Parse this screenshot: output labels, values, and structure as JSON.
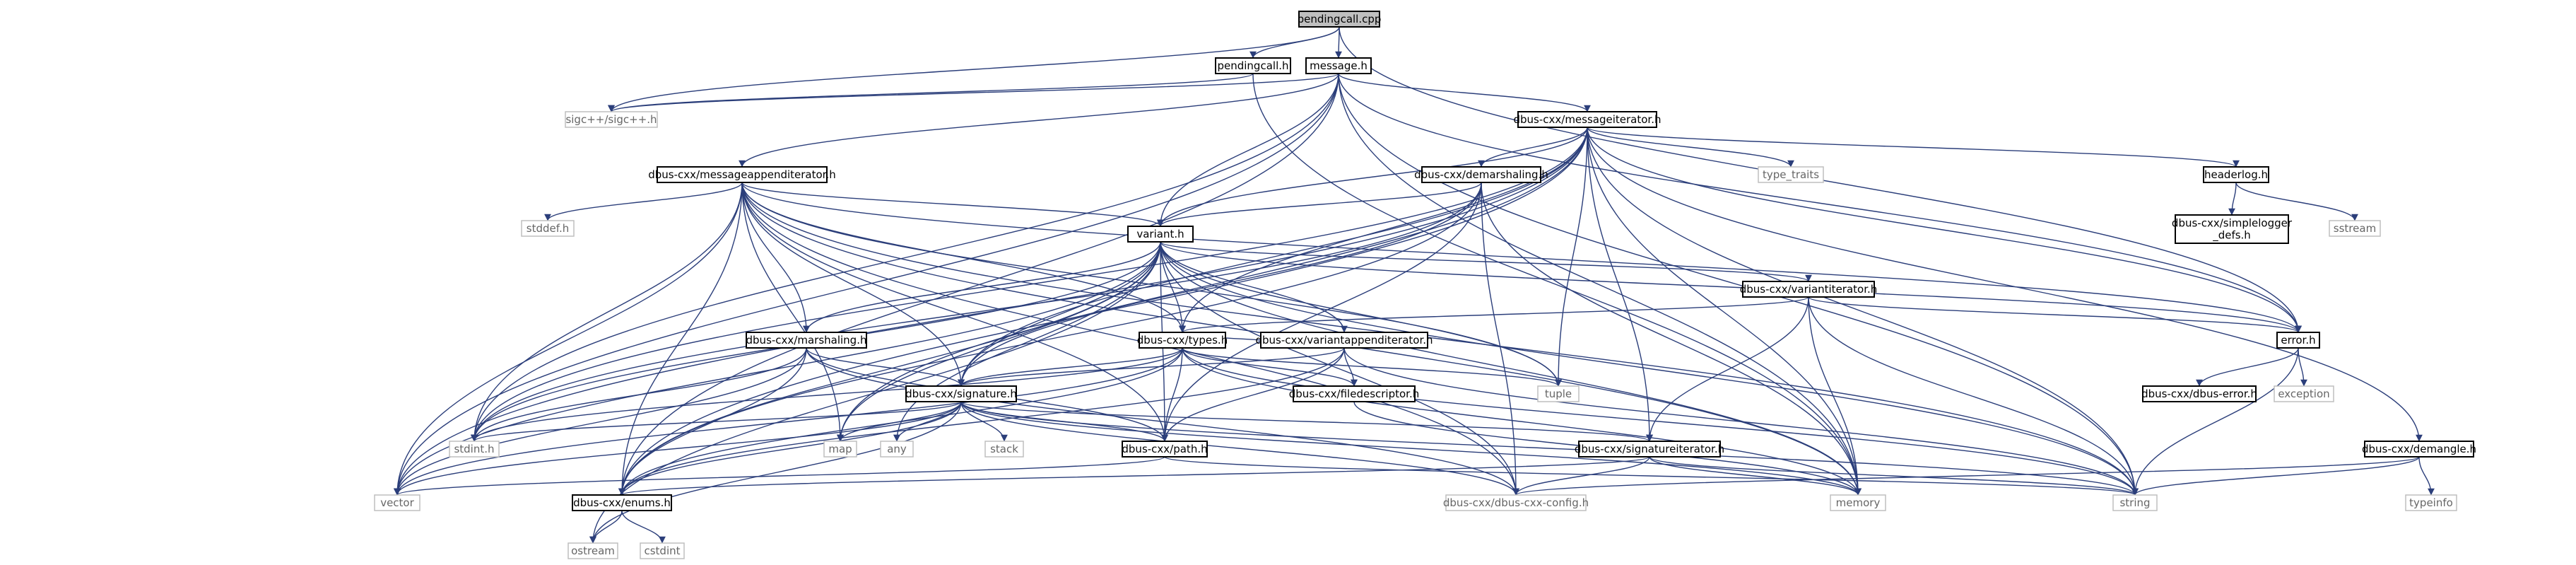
{
  "graph": {
    "nodes": [
      {
        "id": "root",
        "lines": [
          "pendingcall.cpp"
        ],
        "kind": "root"
      },
      {
        "id": "pendingcall_h",
        "lines": [
          "pendingcall.h"
        ],
        "kind": "normal"
      },
      {
        "id": "message_h",
        "lines": [
          "message.h"
        ],
        "kind": "normal"
      },
      {
        "id": "sigcpp",
        "lines": [
          "sigc++/sigc++.h"
        ],
        "kind": "external"
      },
      {
        "id": "messageiterator",
        "lines": [
          "dbus-cxx/messageiterator.h"
        ],
        "kind": "normal"
      },
      {
        "id": "messageappenditerator",
        "lines": [
          "dbus-cxx/messageappenditerator.h"
        ],
        "kind": "normal"
      },
      {
        "id": "demarshaling",
        "lines": [
          "dbus-cxx/demarshaling.h"
        ],
        "kind": "normal"
      },
      {
        "id": "type_traits",
        "lines": [
          "type_traits"
        ],
        "kind": "external"
      },
      {
        "id": "headerlog",
        "lines": [
          "headerlog.h"
        ],
        "kind": "normal"
      },
      {
        "id": "simplelogger",
        "lines": [
          "dbus-cxx/simplelogger",
          "_defs.h"
        ],
        "kind": "normal"
      },
      {
        "id": "sstream",
        "lines": [
          "sstream"
        ],
        "kind": "external"
      },
      {
        "id": "stddef",
        "lines": [
          "stddef.h"
        ],
        "kind": "external"
      },
      {
        "id": "variant",
        "lines": [
          "variant.h"
        ],
        "kind": "normal"
      },
      {
        "id": "variantiterator",
        "lines": [
          "dbus-cxx/variantiterator.h"
        ],
        "kind": "normal"
      },
      {
        "id": "error",
        "lines": [
          "error.h"
        ],
        "kind": "normal"
      },
      {
        "id": "types",
        "lines": [
          "dbus-cxx/types.h"
        ],
        "kind": "normal"
      },
      {
        "id": "variantappenditerator",
        "lines": [
          "dbus-cxx/variantappenditerator.h"
        ],
        "kind": "normal"
      },
      {
        "id": "marshaling",
        "lines": [
          "dbus-cxx/marshaling.h"
        ],
        "kind": "normal"
      },
      {
        "id": "filedescriptor",
        "lines": [
          "dbus-cxx/filedescriptor.h"
        ],
        "kind": "normal"
      },
      {
        "id": "tuple",
        "lines": [
          "tuple"
        ],
        "kind": "external"
      },
      {
        "id": "dbuserror",
        "lines": [
          "dbus-cxx/dbus-error.h"
        ],
        "kind": "normal"
      },
      {
        "id": "exception",
        "lines": [
          "exception"
        ],
        "kind": "external"
      },
      {
        "id": "signature",
        "lines": [
          "dbus-cxx/signature.h"
        ],
        "kind": "normal"
      },
      {
        "id": "stdint",
        "lines": [
          "stdint.h"
        ],
        "kind": "external"
      },
      {
        "id": "map",
        "lines": [
          "map"
        ],
        "kind": "external"
      },
      {
        "id": "any",
        "lines": [
          "any"
        ],
        "kind": "external"
      },
      {
        "id": "stack",
        "lines": [
          "stack"
        ],
        "kind": "external"
      },
      {
        "id": "path",
        "lines": [
          "dbus-cxx/path.h"
        ],
        "kind": "normal"
      },
      {
        "id": "signatureiterator",
        "lines": [
          "dbus-cxx/signatureiterator.h"
        ],
        "kind": "normal"
      },
      {
        "id": "demangle",
        "lines": [
          "dbus-cxx/demangle.h"
        ],
        "kind": "normal"
      },
      {
        "id": "vector",
        "lines": [
          "vector"
        ],
        "kind": "external"
      },
      {
        "id": "enums",
        "lines": [
          "dbus-cxx/enums.h"
        ],
        "kind": "normal"
      },
      {
        "id": "config",
        "lines": [
          "dbus-cxx/dbus-cxx-config.h"
        ],
        "kind": "external"
      },
      {
        "id": "memory",
        "lines": [
          "memory"
        ],
        "kind": "external"
      },
      {
        "id": "string",
        "lines": [
          "string"
        ],
        "kind": "external"
      },
      {
        "id": "typeinfo",
        "lines": [
          "typeinfo"
        ],
        "kind": "external"
      },
      {
        "id": "ostream",
        "lines": [
          "ostream"
        ],
        "kind": "external"
      },
      {
        "id": "cstdint",
        "lines": [
          "cstdint"
        ],
        "kind": "external"
      }
    ],
    "edges": [
      [
        "root",
        "pendingcall_h"
      ],
      [
        "root",
        "message_h"
      ],
      [
        "root",
        "sigcpp"
      ],
      [
        "root",
        "error"
      ],
      [
        "pendingcall_h",
        "sigcpp"
      ],
      [
        "pendingcall_h",
        "memory"
      ],
      [
        "message_h",
        "messageiterator"
      ],
      [
        "message_h",
        "messageappenditerator"
      ],
      [
        "message_h",
        "variant"
      ],
      [
        "message_h",
        "stdint"
      ],
      [
        "message_h",
        "vector"
      ],
      [
        "message_h",
        "enums"
      ],
      [
        "message_h",
        "memory"
      ],
      [
        "message_h",
        "string"
      ],
      [
        "message_h",
        "error"
      ],
      [
        "message_h",
        "sigcpp"
      ],
      [
        "messageiterator",
        "demarshaling"
      ],
      [
        "messageiterator",
        "type_traits"
      ],
      [
        "messageiterator",
        "headerlog"
      ],
      [
        "messageiterator",
        "variant"
      ],
      [
        "messageiterator",
        "types"
      ],
      [
        "messageiterator",
        "signature"
      ],
      [
        "messageiterator",
        "signatureiterator"
      ],
      [
        "messageiterator",
        "error"
      ],
      [
        "messageiterator",
        "demangle"
      ],
      [
        "messageiterator",
        "stdint"
      ],
      [
        "messageiterator",
        "map"
      ],
      [
        "messageiterator",
        "vector"
      ],
      [
        "messageiterator",
        "enums"
      ],
      [
        "messageiterator",
        "tuple"
      ],
      [
        "messageiterator",
        "memory"
      ],
      [
        "messageiterator",
        "string"
      ],
      [
        "headerlog",
        "simplelogger"
      ],
      [
        "headerlog",
        "sstream"
      ],
      [
        "messageappenditerator",
        "stddef"
      ],
      [
        "messageappenditerator",
        "variant"
      ],
      [
        "messageappenditerator",
        "marshaling"
      ],
      [
        "messageappenditerator",
        "signature"
      ],
      [
        "messageappenditerator",
        "path"
      ],
      [
        "messageappenditerator",
        "types"
      ],
      [
        "messageappenditerator",
        "error"
      ],
      [
        "messageappenditerator",
        "stdint"
      ],
      [
        "messageappenditerator",
        "map"
      ],
      [
        "messageappenditerator",
        "vector"
      ],
      [
        "messageappenditerator",
        "enums"
      ],
      [
        "messageappenditerator",
        "tuple"
      ],
      [
        "messageappenditerator",
        "config"
      ],
      [
        "messageappenditerator",
        "memory"
      ],
      [
        "messageappenditerator",
        "string"
      ],
      [
        "demarshaling",
        "variant"
      ],
      [
        "demarshaling",
        "signature"
      ],
      [
        "demarshaling",
        "path"
      ],
      [
        "demarshaling",
        "stdint"
      ],
      [
        "demarshaling",
        "config"
      ],
      [
        "demarshaling",
        "memory"
      ],
      [
        "demarshaling",
        "enums"
      ],
      [
        "variant",
        "variantiterator"
      ],
      [
        "variant",
        "types"
      ],
      [
        "variant",
        "variantappenditerator"
      ],
      [
        "variant",
        "marshaling"
      ],
      [
        "variant",
        "signature"
      ],
      [
        "variant",
        "path"
      ],
      [
        "variant",
        "error"
      ],
      [
        "variant",
        "tuple"
      ],
      [
        "variant",
        "stdint"
      ],
      [
        "variant",
        "map"
      ],
      [
        "variant",
        "any"
      ],
      [
        "variant",
        "vector"
      ],
      [
        "variant",
        "enums"
      ],
      [
        "variant",
        "config"
      ],
      [
        "variant",
        "memory"
      ],
      [
        "variant",
        "string"
      ],
      [
        "variant",
        "ostream"
      ],
      [
        "variantiterator",
        "error"
      ],
      [
        "variantiterator",
        "types"
      ],
      [
        "variantiterator",
        "signatureiterator"
      ],
      [
        "variantiterator",
        "memory"
      ],
      [
        "variantiterator",
        "string"
      ],
      [
        "error",
        "dbuserror"
      ],
      [
        "error",
        "exception"
      ],
      [
        "error",
        "string"
      ],
      [
        "types",
        "signature"
      ],
      [
        "types",
        "path"
      ],
      [
        "types",
        "filedescriptor"
      ],
      [
        "types",
        "tuple"
      ],
      [
        "types",
        "stdint"
      ],
      [
        "types",
        "vector"
      ],
      [
        "types",
        "enums"
      ],
      [
        "types",
        "memory"
      ],
      [
        "types",
        "string"
      ],
      [
        "variantappenditerator",
        "signature"
      ],
      [
        "variantappenditerator",
        "path"
      ],
      [
        "variantappenditerator",
        "filedescriptor"
      ],
      [
        "variantappenditerator",
        "types"
      ],
      [
        "variantappenditerator",
        "enums"
      ],
      [
        "variantappenditerator",
        "string"
      ],
      [
        "marshaling",
        "signature"
      ],
      [
        "marshaling",
        "path"
      ],
      [
        "marshaling",
        "stdint"
      ],
      [
        "marshaling",
        "vector"
      ],
      [
        "marshaling",
        "enums"
      ],
      [
        "marshaling",
        "config"
      ],
      [
        "filedescriptor",
        "memory"
      ],
      [
        "signature",
        "path"
      ],
      [
        "signature",
        "signatureiterator"
      ],
      [
        "signature",
        "stdint"
      ],
      [
        "signature",
        "map"
      ],
      [
        "signature",
        "any"
      ],
      [
        "signature",
        "stack"
      ],
      [
        "signature",
        "vector"
      ],
      [
        "signature",
        "enums"
      ],
      [
        "signature",
        "config"
      ],
      [
        "signature",
        "memory"
      ],
      [
        "signature",
        "string"
      ],
      [
        "signature",
        "ostream"
      ],
      [
        "path",
        "vector"
      ],
      [
        "path",
        "string"
      ],
      [
        "signatureiterator",
        "enums"
      ],
      [
        "signatureiterator",
        "config"
      ],
      [
        "signatureiterator",
        "memory"
      ],
      [
        "signatureiterator",
        "string"
      ],
      [
        "demangle",
        "string"
      ],
      [
        "demangle",
        "typeinfo"
      ],
      [
        "demangle",
        "config"
      ],
      [
        "enums",
        "ostream"
      ],
      [
        "enums",
        "cstdint"
      ]
    ]
  }
}
